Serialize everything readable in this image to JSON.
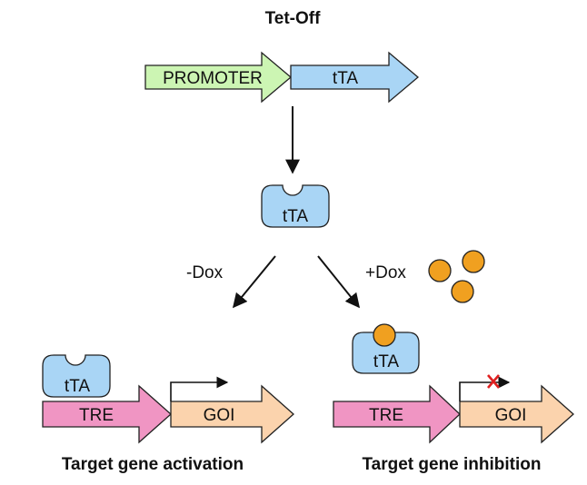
{
  "title": "Tet-Off",
  "construct": {
    "promoter": "PROMOTER",
    "gene": "tTA"
  },
  "protein": {
    "label": "tTA"
  },
  "conditions": {
    "minus": "-Dox",
    "plus": "+Dox"
  },
  "left_panel": {
    "protein": "tTA",
    "element": "TRE",
    "gene": "GOI",
    "caption": "Target gene activation"
  },
  "right_panel": {
    "protein": "tTA",
    "element": "TRE",
    "gene": "GOI",
    "caption": "Target gene inhibition"
  },
  "colors": {
    "promoter_fill": "#ccf5b3",
    "gene_fill": "#a9d5f5",
    "protein_fill": "#a9d5f5",
    "tre_fill": "#f095c3",
    "goi_fill": "#fbd3ad",
    "dox_fill": "#f0a020",
    "block_mark": "#e02020"
  }
}
